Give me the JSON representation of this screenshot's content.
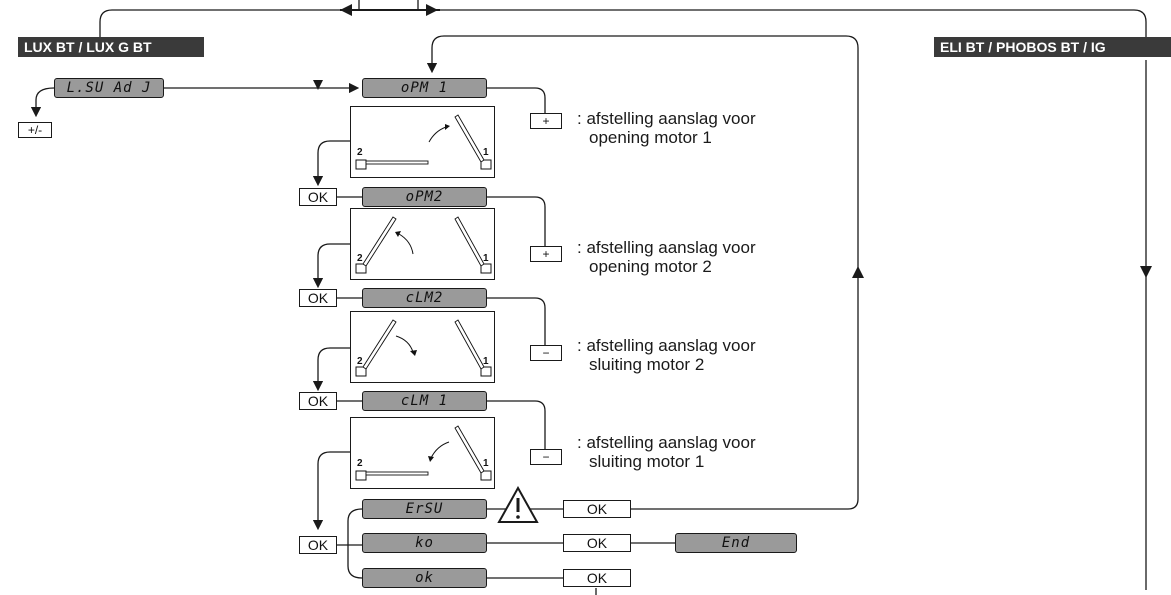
{
  "headers": {
    "left": "LUX BT / LUX G BT",
    "right": "ELI BT / PHOBOS BT / IG"
  },
  "displays": {
    "lsw_adj": "L.SU Ad J",
    "opm1": "oPM 1",
    "opm2": "oPM2",
    "clm2": "cLM2",
    "clm1": "cLM 1",
    "ersu": "ErSU",
    "ko": "ko",
    "ok": "ok",
    "end": "End"
  },
  "keys": {
    "plus_minus": "+/-",
    "plus": "+",
    "minus": "−",
    "ok": "OK"
  },
  "descriptions": {
    "d1": {
      "line1": ": afstelling aanslag voor",
      "line2": "opening motor 1"
    },
    "d2": {
      "line1": ": afstelling aanslag voor",
      "line2": "opening motor 2"
    },
    "d3": {
      "line1": ": afstelling aanslag voor",
      "line2": "sluiting motor 2"
    },
    "d4": {
      "line1": ": afstelling aanslag voor",
      "line2": "sluiting motor 1"
    }
  },
  "gate_labels": {
    "left": "2",
    "right": "1"
  },
  "icons": {
    "warning": "warning-triangle-icon",
    "arrow": "arrowhead-icon"
  }
}
